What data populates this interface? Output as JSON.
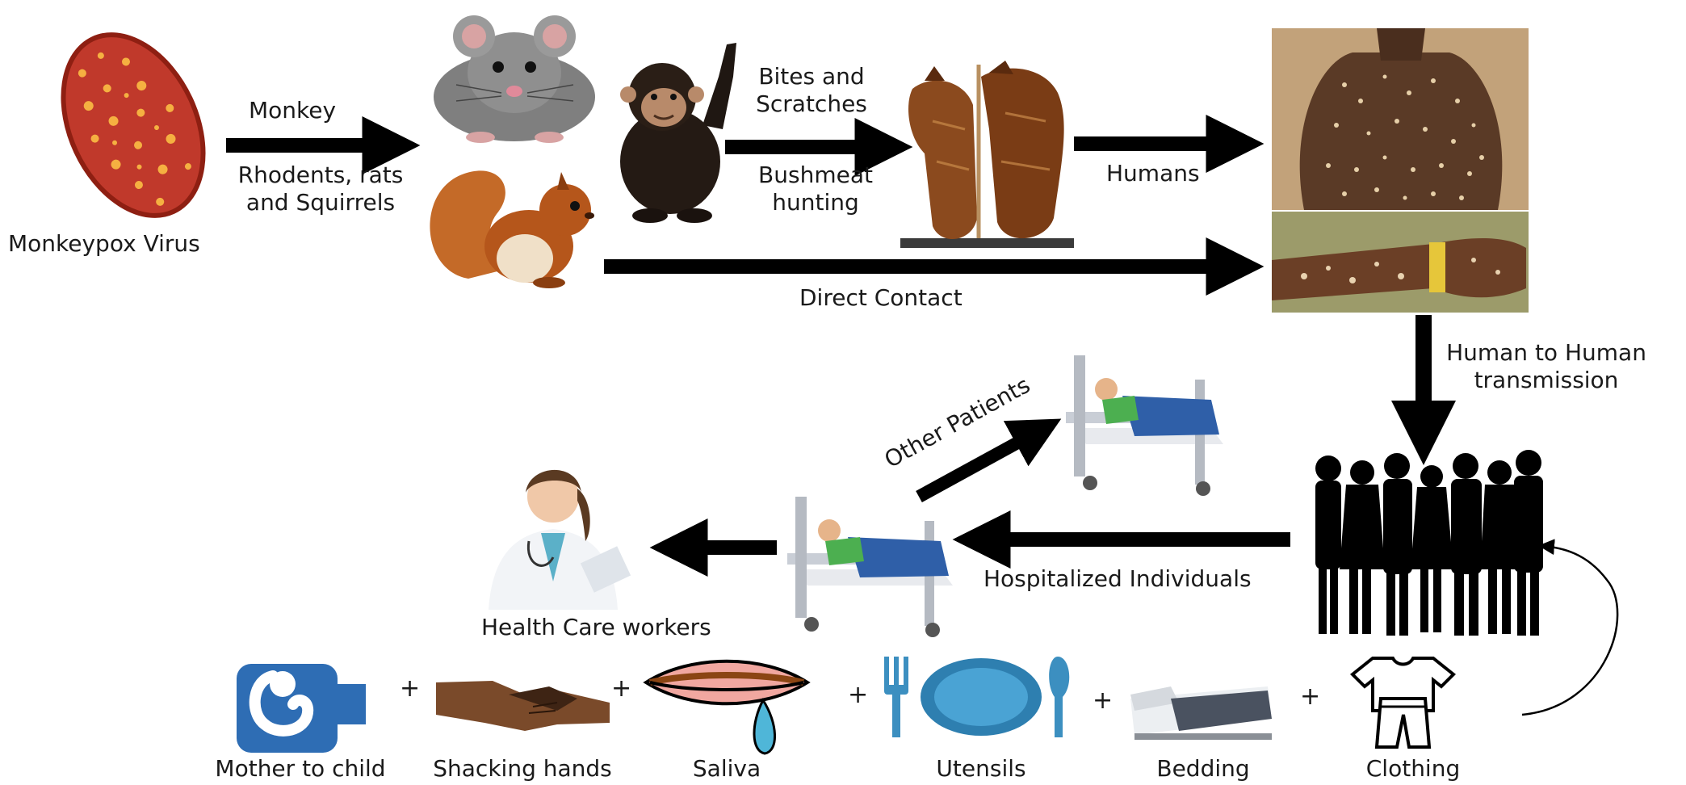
{
  "labels": {
    "virus": "Monkeypox Virus",
    "monkey": "Monkey",
    "rodents": "Rhodents, rats",
    "squirrels": "and Squirrels",
    "bites": "Bites and",
    "scratches": "Scratches",
    "bushmeat": "Bushmeat",
    "hunting": "hunting",
    "humans": "Humans",
    "direct_contact": "Direct Contact",
    "h2h_1": "Human to Human",
    "h2h_2": "transmission",
    "other_patients": "Other Patients",
    "hospitalized": "Hospitalized Individuals",
    "health_care": "Health Care workers"
  },
  "routes": [
    "Mother to child",
    "Shacking hands",
    "Saliva",
    "Utensils",
    "Bedding",
    "Clothing"
  ],
  "plus": "+",
  "colors": {
    "arrow": "#000000",
    "virus": "#c0392b",
    "virus_spots": "#f5b041",
    "icon_blue": "#2e6db4",
    "lip_pink": "#f1a7a0",
    "plate_blue": "#3c8fc0",
    "skin": "#7a4a2a"
  }
}
